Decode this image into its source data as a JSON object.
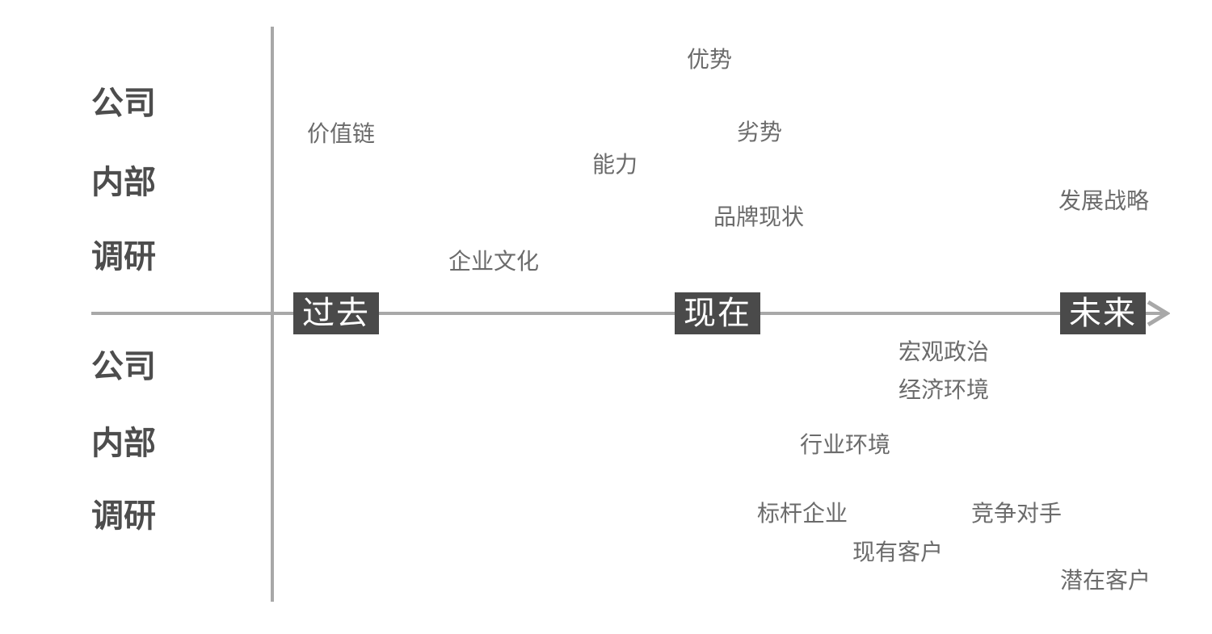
{
  "colors": {
    "background": "#ffffff",
    "axis": "#a8a8a8",
    "badge_bg": "#4a4a4a",
    "badge_text": "#ffffff",
    "item_text": "#6b6b6b",
    "side_text": "#4d4d4d"
  },
  "side_labels": {
    "top": {
      "lines": [
        "公司",
        "内部",
        "调研"
      ]
    },
    "bottom": {
      "lines": [
        "公司",
        "内部",
        "调研"
      ]
    }
  },
  "timeline": {
    "past": "过去",
    "present": "现在",
    "future": "未来"
  },
  "items_above": [
    {
      "label": "优势"
    },
    {
      "label": "价值链"
    },
    {
      "label": "劣势"
    },
    {
      "label": "能力"
    },
    {
      "label": "品牌现状"
    },
    {
      "label": "发展战略"
    },
    {
      "label": "企业文化"
    }
  ],
  "items_below": [
    {
      "label": "宏观政治"
    },
    {
      "label": "经济环境"
    },
    {
      "label": "行业环境"
    },
    {
      "label": "标杆企业"
    },
    {
      "label": "竞争对手"
    },
    {
      "label": "现有客户"
    },
    {
      "label": "潜在客户"
    }
  ]
}
